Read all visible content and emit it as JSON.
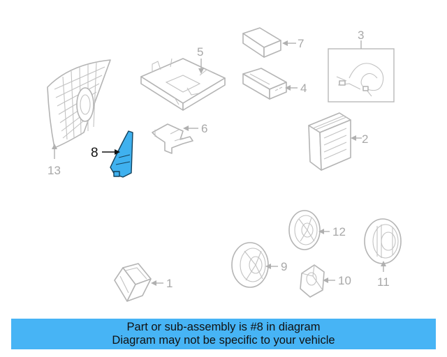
{
  "diagram": {
    "highlighted_part": "8",
    "callouts": {
      "p1": "1",
      "p2": "2",
      "p3": "3",
      "p4": "4",
      "p5": "5",
      "p6": "6",
      "p7": "7",
      "p8": "8",
      "p9": "9",
      "p10": "10",
      "p11": "11",
      "p12": "12",
      "p13": "13"
    },
    "colors": {
      "highlight_fill": "#3fb1ef",
      "banner_background": "#47b4f5",
      "line_art": "#b4b4b4"
    }
  },
  "banner": {
    "line1": "Part or sub-assembly is #8 in diagram",
    "line2": "Diagram may not be specific to your vehicle"
  }
}
